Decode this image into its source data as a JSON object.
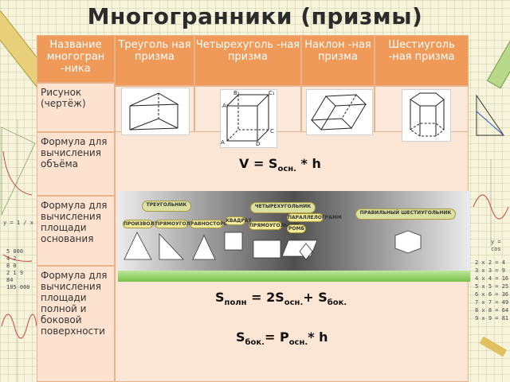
{
  "title": "Многогранники (призмы)",
  "headers": [
    "Название многогран -ника",
    "Треуголь ная призма",
    "Четырехуголь -ная призма",
    "Наклон -ная призма",
    "Шестиуголь -ная призма"
  ],
  "row_labels": [
    "Рисунок (чертёж)",
    "Формула для вычисления объёма",
    "Формула для вычисления площади основания",
    "Формула для вычисления площади полной и боковой поверхности"
  ],
  "formulas": {
    "volume": {
      "main": "V = S",
      "sub": "осн.",
      "tail": " * h"
    },
    "full_surface": {
      "a": "S",
      "a_sub": "полн",
      "b": " = 2S",
      "b_sub": "осн.",
      "c": "+ S",
      "c_sub": "бок."
    },
    "lateral_surface": {
      "a": "S",
      "a_sub": "бок.",
      "b": "= P",
      "b_sub": "осн.",
      "c": "* h"
    }
  },
  "banner_labels": {
    "triangle": "ТРЕУГОЛЬНИК",
    "quad": "ЧЕТЫРЕХУГОЛЬНИК",
    "hexagon": "ПРАВИЛЬНЫЙ ШЕСТИУГОЛЬНИК",
    "small_1": "ПРОИЗВОЛЬНЫЙ",
    "small_2": "ПРЯМОУГОЛЬНЫЙ",
    "small_3": "РАВНОСТОРОННИЙ",
    "small_4": "КВАДРАТ",
    "small_5": "ПАРАЛЛЕЛОГРАММ",
    "small_6": "ПРЯМОУГОЛЬНИК",
    "small_7": "РОМБ"
  },
  "deco_left": "y = 1 / x",
  "deco_right": "y = cos",
  "deco_table_right": [
    "2 x 2 = 4",
    "3 x 3 = 9",
    "4 x 4 = 16",
    "5 x 5 = 25",
    "6 x 6 = 36",
    "7 x 7 = 49",
    "8 x 8 = 64",
    "9 x 9 = 81"
  ],
  "deco_numbers_left": [
    "5 000",
    "4 2",
    "8 0",
    "2 1 9",
    "84",
    "185 000"
  ],
  "colors": {
    "header": "#f09a5a",
    "row": "#fde3cf",
    "body": "#fbe5d4"
  }
}
